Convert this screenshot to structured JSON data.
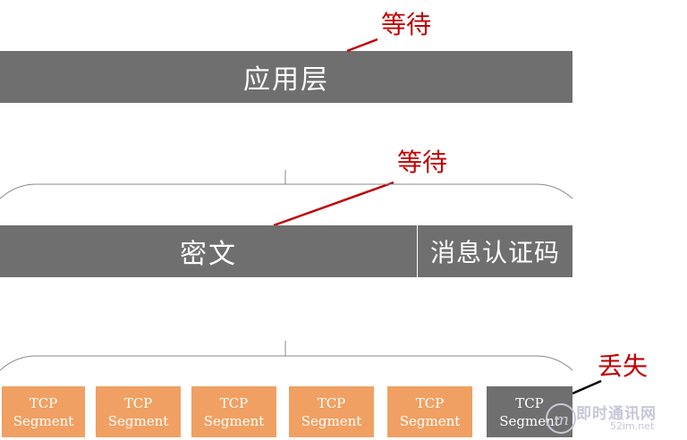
{
  "layers": {
    "application": "应用层",
    "cipher": "密文",
    "mac": "消息认证码"
  },
  "annotations": {
    "wait_top": "等待",
    "wait_mid": "等待",
    "lost": "丢失"
  },
  "segments": [
    {
      "line1": "TCP",
      "line2": "Segment",
      "state": "normal"
    },
    {
      "line1": "TCP",
      "line2": "Segment",
      "state": "normal"
    },
    {
      "line1": "TCP",
      "line2": "Segment",
      "state": "normal"
    },
    {
      "line1": "TCP",
      "line2": "Segment",
      "state": "normal"
    },
    {
      "line1": "TCP",
      "line2": "Segment",
      "state": "normal"
    },
    {
      "line1": "TCP",
      "line2": "Segment",
      "state": "lost"
    }
  ],
  "watermark": {
    "title": "即时通讯网",
    "url": "52im.net"
  },
  "colors": {
    "layer_gray": "#6f6f6f",
    "segment_orange": "#f0a062",
    "annotation_red": "#c00000"
  }
}
